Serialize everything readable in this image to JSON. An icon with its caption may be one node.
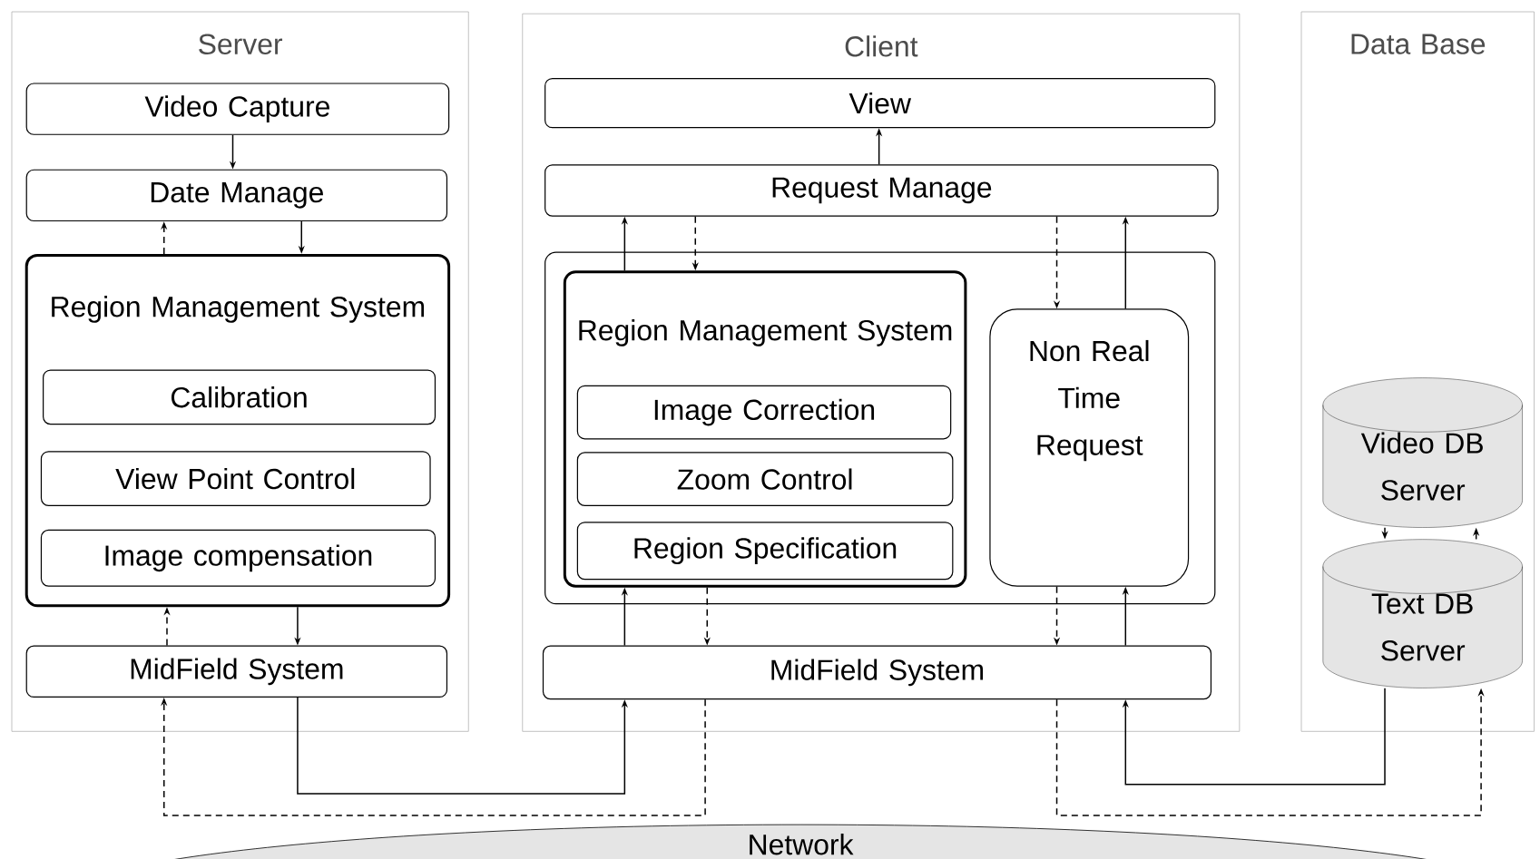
{
  "diagram": {
    "nodes": [
      {
        "text": [
          "Server"
        ]
      },
      {
        "text": [
          "Video Capture"
        ],
        "in": 0
      },
      {
        "text": [
          "Date Manage"
        ],
        "in": 0
      },
      {
        "text": [
          "Region Management System"
        ],
        "in": 0
      },
      {
        "text": [
          "Calibration"
        ],
        "in": 3
      },
      {
        "text": [
          "View Point Control"
        ],
        "in": 3
      },
      {
        "text": [
          "Image compensation"
        ],
        "in": 3
      },
      {
        "text": [
          "MidField System"
        ],
        "in": 0
      },
      {
        "text": [
          "Client"
        ]
      },
      {
        "text": [
          "View"
        ],
        "in": 8
      },
      {
        "text": [
          "Request Manage"
        ],
        "in": 8
      },
      {
        "text": [],
        "shape": "box",
        "in": 8
      },
      {
        "text": [
          "Region Management System"
        ],
        "in": 11
      },
      {
        "text": [
          "Image Correction"
        ],
        "in": 12
      },
      {
        "text": [
          "Zoom Control"
        ],
        "in": 12
      },
      {
        "text": [
          "Region Specification"
        ],
        "in": 12
      },
      {
        "text": [
          "Non Real Time Request"
        ],
        "in": 11
      },
      {
        "text": [
          "MidField System"
        ],
        "in": 8
      },
      {
        "text": [
          "Data Base"
        ]
      },
      {
        "text": [
          "Video DB Server"
        ],
        "in": 18
      },
      {
        "text": [
          "Text DB Server"
        ],
        "in": 18
      },
      {
        "text": [
          "Network"
        ]
      }
    ],
    "edges": [
      {
        "from": 1,
        "to": 2,
        "arrow": "to"
      },
      {
        "from": 3,
        "to": 2,
        "arrow": "to",
        "style": "dashed"
      },
      {
        "from": 2,
        "to": 3,
        "arrow": "to"
      },
      {
        "from": 7,
        "to": 3,
        "arrow": "to",
        "style": "dashed"
      },
      {
        "from": 3,
        "to": 7,
        "arrow": "to"
      },
      {
        "from": 7,
        "to": 17,
        "arrow": "to"
      },
      {
        "from": 17,
        "to": 7,
        "arrow": "to",
        "style": "dashed"
      },
      {
        "from": 10,
        "to": 9,
        "arrow": "to"
      },
      {
        "from": 12,
        "to": 10,
        "arrow": "to"
      },
      {
        "from": 10,
        "to": 12,
        "arrow": "to",
        "style": "dashed"
      },
      {
        "from": 10,
        "to": 16,
        "arrow": "to",
        "style": "dashed"
      },
      {
        "from": 16,
        "to": 10,
        "arrow": "to"
      },
      {
        "from": 17,
        "to": 12,
        "arrow": "to"
      },
      {
        "from": 12,
        "to": 17,
        "arrow": "to",
        "style": "dashed"
      },
      {
        "from": 16,
        "to": 17,
        "arrow": "to",
        "style": "dashed"
      },
      {
        "from": 17,
        "to": 16,
        "arrow": "to"
      },
      {
        "from": 19,
        "to": 20,
        "arrow": "to"
      },
      {
        "from": 20,
        "to": 19,
        "arrow": "to",
        "style": "dashed"
      },
      {
        "from": 20,
        "to": 17,
        "arrow": "to"
      },
      {
        "from": 17,
        "to": 20,
        "arrow": "to",
        "style": "dashed"
      }
    ]
  }
}
